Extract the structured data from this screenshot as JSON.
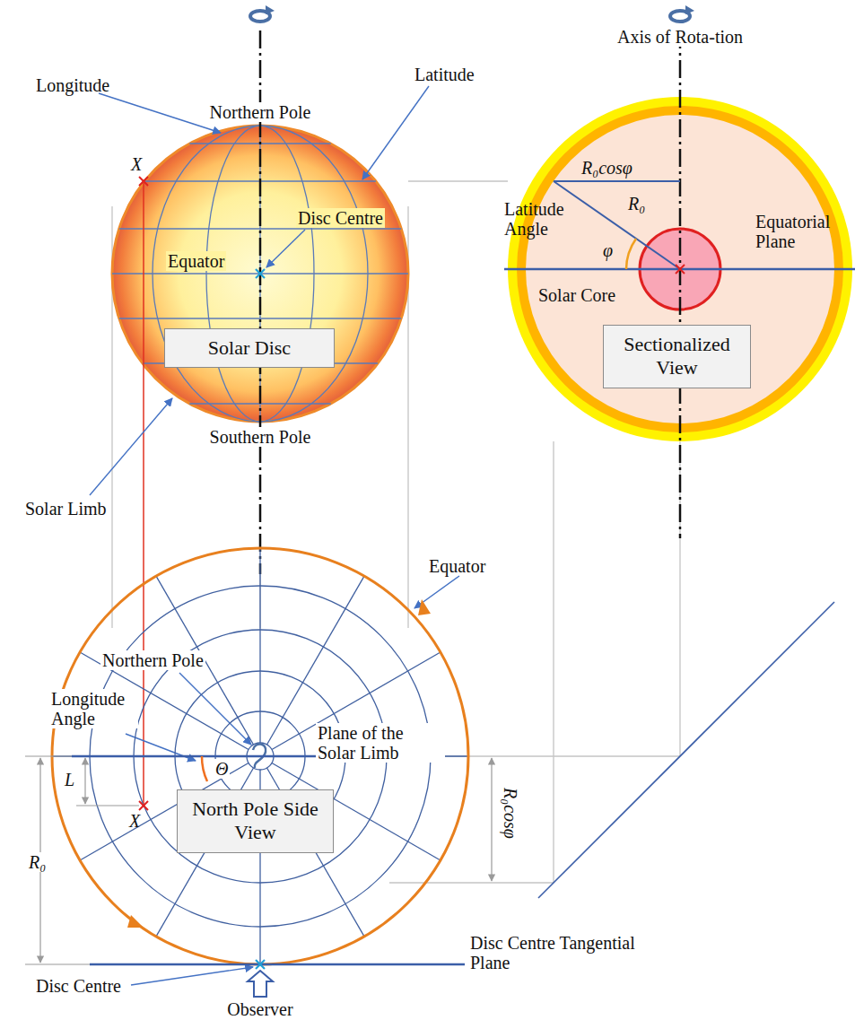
{
  "diagram": {
    "nodes": [
      {
        "text": [
          "Solar Disc"
        ]
      },
      {
        "text": [
          "Sectionalized View"
        ]
      },
      {
        "text": [
          "North Pole Side View"
        ]
      }
    ],
    "labels": [
      "Northern Pole",
      "Longitude",
      "Latitude",
      "X",
      "Disc Centre",
      "Equator",
      "Solar Limb",
      "Southern Pole",
      "Axis of Rota-tion",
      "R₀cosφ",
      "Latitude Angle",
      "R₀",
      "φ",
      "Equatorial Plane",
      "Solar Core",
      "Equator",
      "Northern Pole",
      "Longitude Angle",
      "Θ",
      "Plane of the Solar Limb",
      "L",
      "R₀",
      "X",
      "R₀cosφ",
      "Disc Centre Tangential Plane",
      "Disc Centre",
      "Observer"
    ]
  }
}
